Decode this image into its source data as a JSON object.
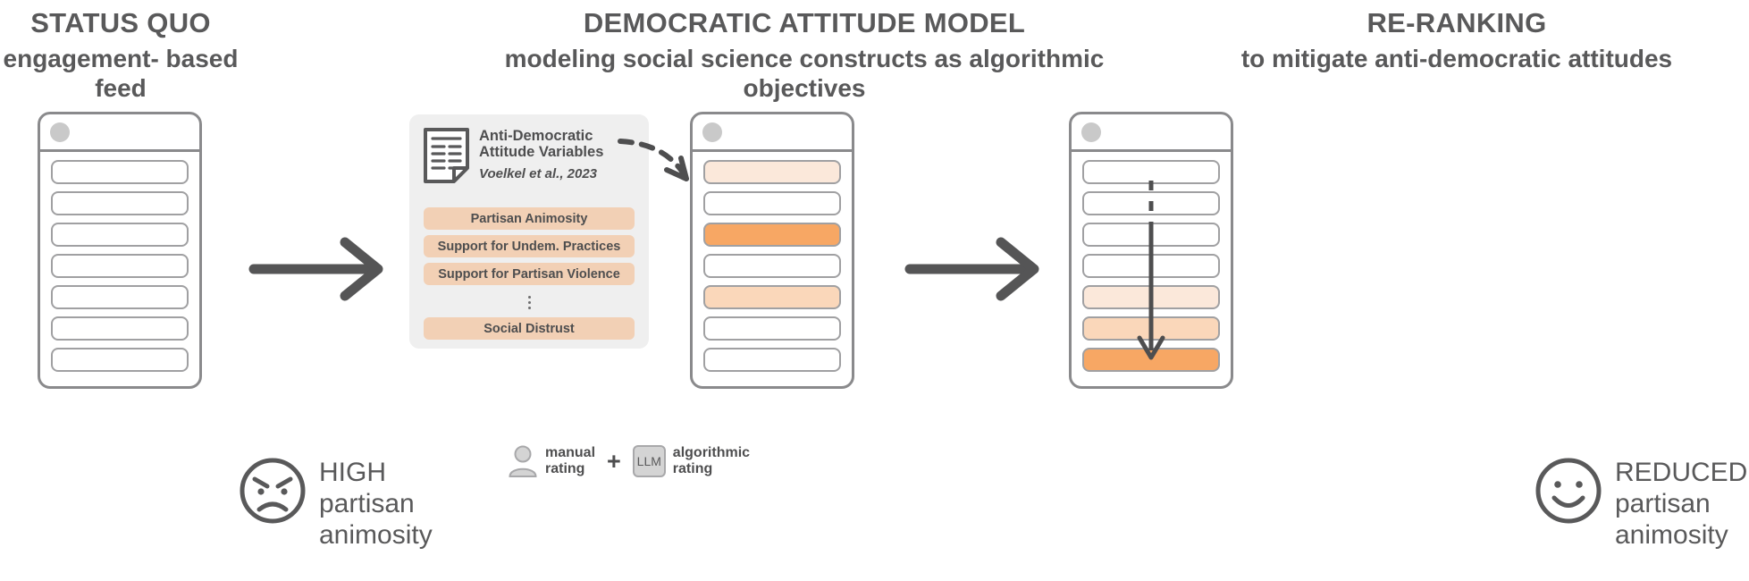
{
  "columns": {
    "status_quo": {
      "kicker": "STATUS QUO",
      "sub": "engagement-\nbased feed"
    },
    "model": {
      "kicker": "DEMOCRATIC ATTITUDE MODEL",
      "sub": "modeling social science constructs as\nalgorithmic objectives"
    },
    "reranking": {
      "kicker": "RE-RANKING",
      "sub": "to mitigate anti-democratic\nattitudes"
    }
  },
  "model_panel": {
    "paper_title": "Anti-Democratic\nAttitude Variables",
    "paper_citation": "Voelkel et al., 2023",
    "variables": [
      "Partisan Animosity",
      "Support for Undem. Practices",
      "Support for Partisan Violence"
    ],
    "ellipsis": "⋮",
    "last_variable": "Social Distrust"
  },
  "legend": {
    "manual_label": "manual\nrating",
    "plus": "+",
    "llm_label": "LLM",
    "algorithmic_label": "algorithmic\nrating"
  },
  "outcomes": {
    "left": {
      "caption": "HIGH\npartisan\nanimosity",
      "face": "angry-face-icon"
    },
    "right": {
      "caption": "REDUCED\npartisan\nanimosity",
      "face": "smiley-face-icon"
    }
  },
  "feeds": {
    "left": {
      "rows": [
        "none",
        "none",
        "none",
        "none",
        "none",
        "none",
        "none"
      ]
    },
    "middle": {
      "rows": [
        "lvl1",
        "none",
        "lvl3",
        "none",
        "lvl2",
        "none",
        "none"
      ]
    },
    "right": {
      "rows": [
        "none",
        "none",
        "none",
        "none",
        "lvl1",
        "lvl2",
        "lvl3"
      ]
    }
  },
  "colors": {
    "ink": "#59595a",
    "stroke": "#8a8a8c",
    "row_stroke": "#a0a0a2",
    "panel_bg": "#efefef",
    "pill": "#f2d0b5",
    "level1": "#fbe8da",
    "level2": "#fad7ba",
    "level3": "#f7a764"
  }
}
